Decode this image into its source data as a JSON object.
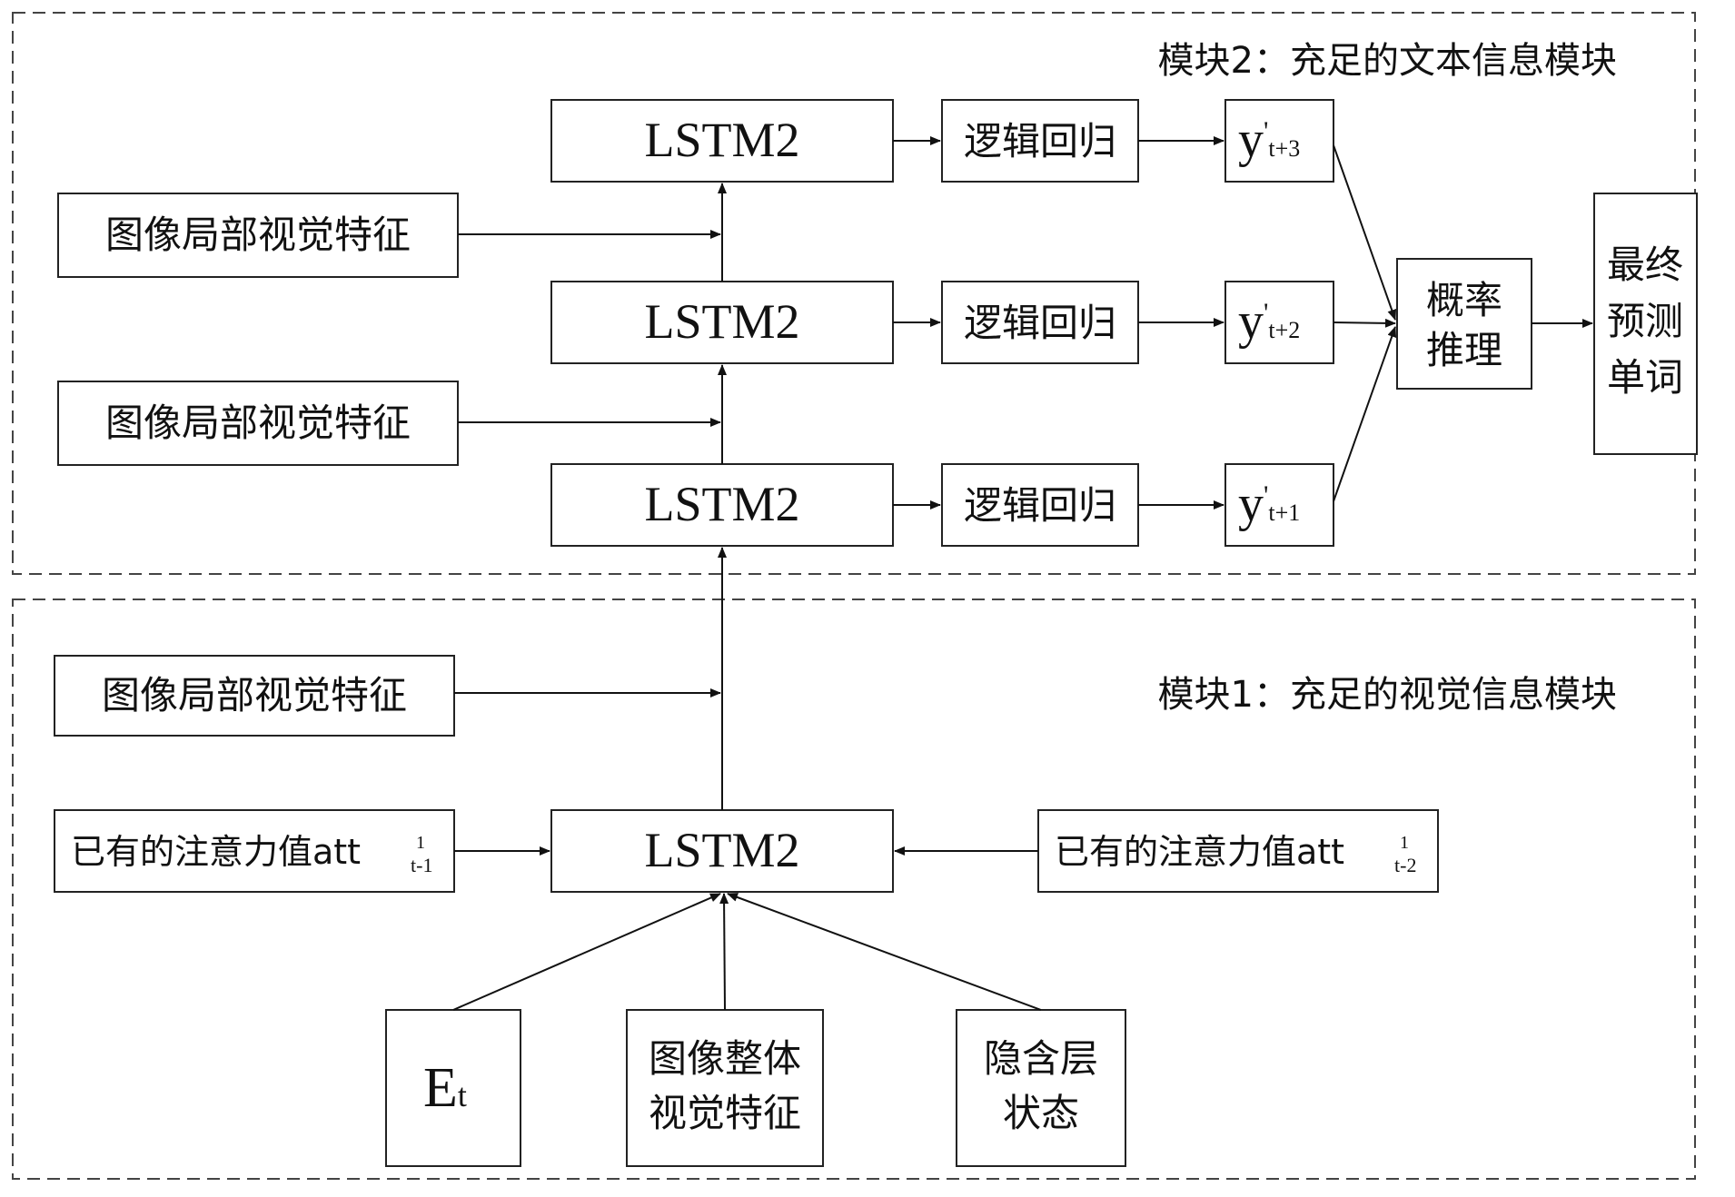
{
  "modules": {
    "text_module_title": "模块2：充足的文本信息模块",
    "visual_module_title": "模块1：充足的视觉信息模块"
  },
  "text_module": {
    "lstm_top": "LSTM2",
    "lstm_mid": "LSTM2",
    "lstm_bottom": "LSTM2",
    "logreg_top": "逻辑回归",
    "logreg_mid": "逻辑回归",
    "logreg_bottom": "逻辑回归",
    "y_main": "y",
    "y_prime": "'",
    "y_top_sub": "t+3",
    "y_mid_sub": "t+2",
    "y_bottom_sub": "t+1",
    "local_feature_1": "图像局部视觉特征",
    "local_feature_2": "图像局部视觉特征",
    "prob_line1": "概率",
    "prob_line2": "推理",
    "final_line1": "最终",
    "final_line2": "预测",
    "final_line3": "单词"
  },
  "visual_module": {
    "local_feature": "图像局部视觉特征",
    "lstm": "LSTM2",
    "att_left_text": "已有的注意力值att",
    "att_left_sup": "1",
    "att_left_sub": "t-1",
    "att_right_text": "已有的注意力值att",
    "att_right_sup": "1",
    "att_right_sub": "t-2",
    "et_main": "E",
    "et_sub": "t",
    "global_line1": "图像整体",
    "global_line2": "视觉特征",
    "hidden_line1": "隐含层",
    "hidden_line2": "状态"
  }
}
